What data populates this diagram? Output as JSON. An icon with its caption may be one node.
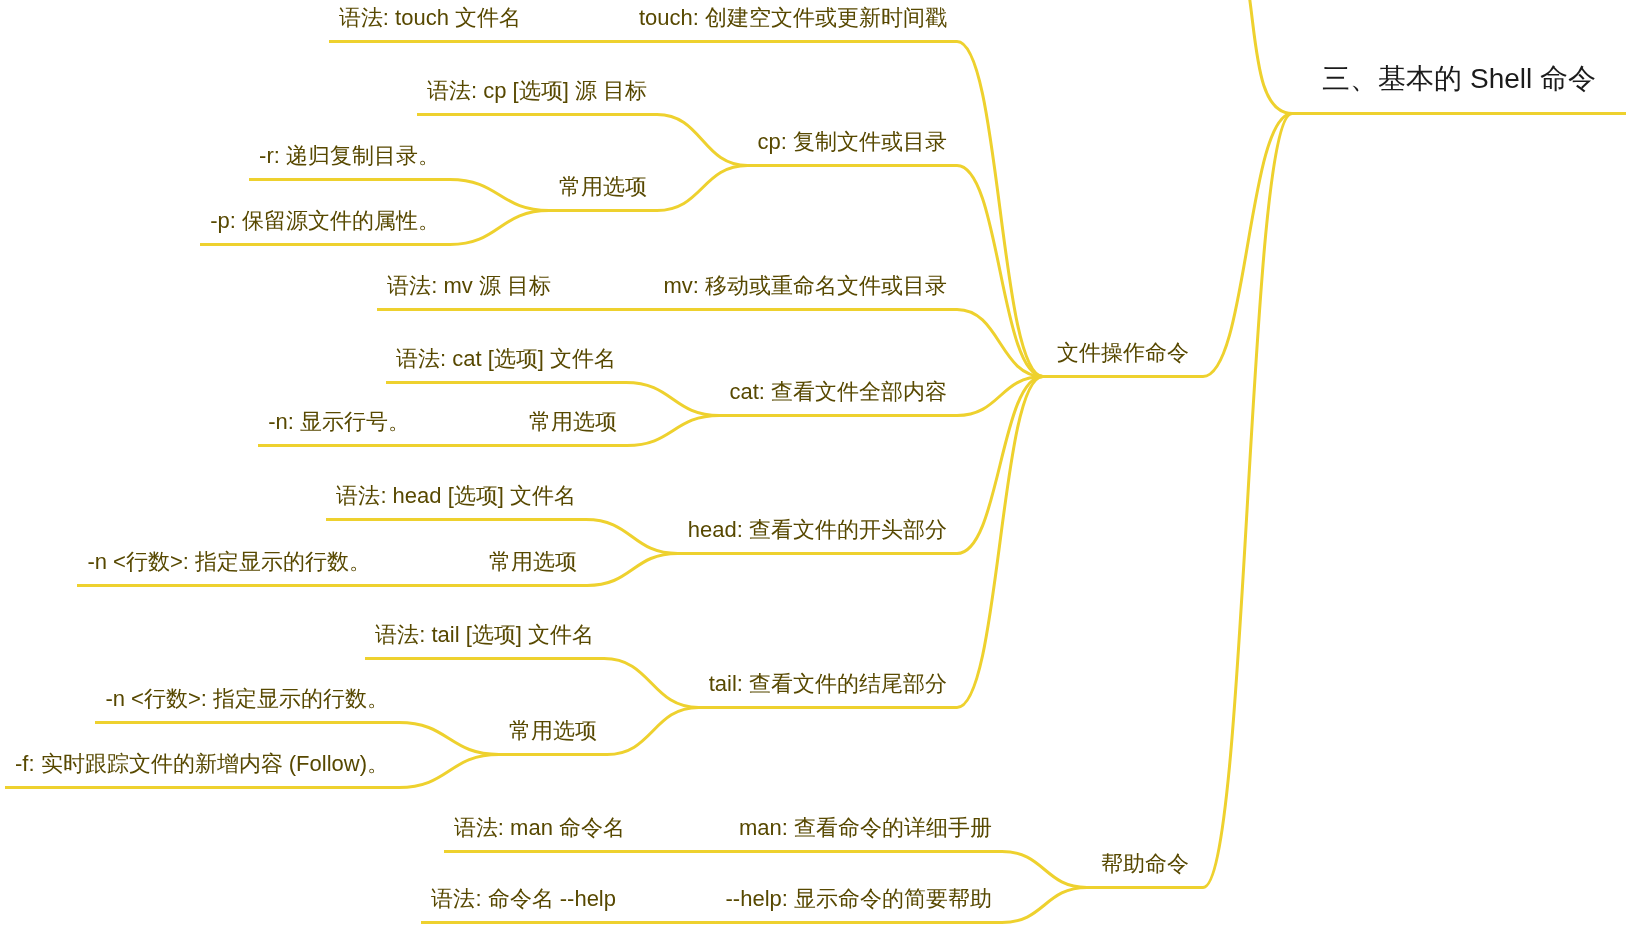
{
  "diagram": {
    "nodes": [
      {
        "text": [
          "三、基本的 Shell 命令"
        ]
      },
      {
        "text": [
          "文件操作命令"
        ]
      },
      {
        "text": [
          "touch: 创建空文件或更新时间戳"
        ]
      },
      {
        "text": [
          "语法: touch 文件名"
        ]
      },
      {
        "text": [
          "cp: 复制文件或目录"
        ]
      },
      {
        "text": [
          "语法: cp [选项] 源 目标"
        ]
      },
      {
        "text": [
          "常用选项"
        ]
      },
      {
        "text": [
          "-r: 递归复制目录。"
        ]
      },
      {
        "text": [
          "-p: 保留源文件的属性。"
        ]
      },
      {
        "text": [
          "mv: 移动或重命名文件或目录"
        ]
      },
      {
        "text": [
          "语法: mv 源 目标"
        ]
      },
      {
        "text": [
          "cat: 查看文件全部内容"
        ]
      },
      {
        "text": [
          "语法: cat [选项] 文件名"
        ]
      },
      {
        "text": [
          "常用选项"
        ]
      },
      {
        "text": [
          "-n: 显示行号。"
        ]
      },
      {
        "text": [
          "head: 查看文件的开头部分"
        ]
      },
      {
        "text": [
          "语法: head [选项] 文件名"
        ]
      },
      {
        "text": [
          "常用选项"
        ]
      },
      {
        "text": [
          "-n <行数>: 指定显示的行数。"
        ]
      },
      {
        "text": [
          "tail: 查看文件的结尾部分"
        ]
      },
      {
        "text": [
          "语法: tail [选项] 文件名"
        ]
      },
      {
        "text": [
          "常用选项"
        ]
      },
      {
        "text": [
          "-n <行数>: 指定显示的行数。"
        ]
      },
      {
        "text": [
          "-f: 实时跟踪文件的新增内容 (Follow)。"
        ]
      },
      {
        "text": [
          "帮助命令"
        ]
      },
      {
        "text": [
          "man: 查看命令的详细手册"
        ]
      },
      {
        "text": [
          "语法: man 命令名"
        ]
      },
      {
        "text": [
          "--help: 显示命令的简要帮助"
        ]
      },
      {
        "text": [
          "语法: 命令名 --help"
        ]
      }
    ],
    "edges": [
      {
        "from": 0,
        "to": 1,
        "arrow": "none"
      },
      {
        "from": 0,
        "to": 24,
        "arrow": "none"
      },
      {
        "from": 0,
        "to": null,
        "arrow": "none"
      },
      {
        "from": 1,
        "to": 2,
        "arrow": "none"
      },
      {
        "from": 2,
        "to": 3,
        "arrow": "none"
      },
      {
        "from": 1,
        "to": 4,
        "arrow": "none"
      },
      {
        "from": 4,
        "to": 5,
        "arrow": "none"
      },
      {
        "from": 4,
        "to": 6,
        "arrow": "none"
      },
      {
        "from": 6,
        "to": 7,
        "arrow": "none"
      },
      {
        "from": 6,
        "to": 8,
        "arrow": "none"
      },
      {
        "from": 1,
        "to": 9,
        "arrow": "none"
      },
      {
        "from": 9,
        "to": 10,
        "arrow": "none"
      },
      {
        "from": 1,
        "to": 11,
        "arrow": "none"
      },
      {
        "from": 11,
        "to": 12,
        "arrow": "none"
      },
      {
        "from": 11,
        "to": 13,
        "arrow": "none"
      },
      {
        "from": 13,
        "to": 14,
        "arrow": "none"
      },
      {
        "from": 1,
        "to": 15,
        "arrow": "none"
      },
      {
        "from": 15,
        "to": 16,
        "arrow": "none"
      },
      {
        "from": 15,
        "to": 17,
        "arrow": "none"
      },
      {
        "from": 17,
        "to": 18,
        "arrow": "none"
      },
      {
        "from": 1,
        "to": 19,
        "arrow": "none"
      },
      {
        "from": 19,
        "to": 20,
        "arrow": "none"
      },
      {
        "from": 19,
        "to": 21,
        "arrow": "none"
      },
      {
        "from": 21,
        "to": 22,
        "arrow": "none"
      },
      {
        "from": 21,
        "to": 23,
        "arrow": "none"
      },
      {
        "from": 24,
        "to": 25,
        "arrow": "none"
      },
      {
        "from": 25,
        "to": 26,
        "arrow": "none"
      },
      {
        "from": 24,
        "to": 27,
        "arrow": "none"
      },
      {
        "from": 27,
        "to": 28,
        "arrow": "none"
      }
    ]
  }
}
